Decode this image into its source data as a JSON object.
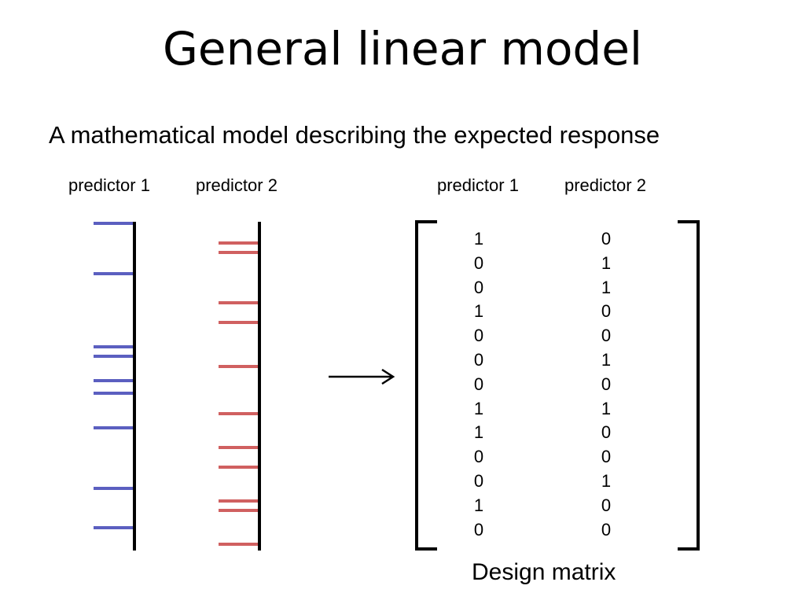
{
  "slide": {
    "title": "General linear model",
    "subtitle": "A mathematical model describing the expected response"
  },
  "timelines": [
    {
      "label": "predictor 1",
      "color": "#5b5fc0",
      "side": "left",
      "events": [
        284,
        348,
        441,
        453,
        484,
        500,
        544,
        621,
        671
      ]
    },
    {
      "label": "predictor 2",
      "color": "#d06060",
      "side": "left",
      "events": [
        309,
        321,
        385,
        410,
        466,
        526,
        569,
        594,
        637,
        649,
        692
      ]
    }
  ],
  "arrow": {
    "direction": "right"
  },
  "design_matrix": {
    "column_labels": [
      "predictor 1",
      "predictor 2"
    ],
    "rows": [
      [
        "1",
        "0"
      ],
      [
        "0",
        "1"
      ],
      [
        "0",
        "1"
      ],
      [
        "1",
        "0"
      ],
      [
        "0",
        "0"
      ],
      [
        "0",
        "1"
      ],
      [
        "0",
        "0"
      ],
      [
        "1",
        "1"
      ],
      [
        "1",
        "0"
      ],
      [
        "0",
        "0"
      ],
      [
        "0",
        "1"
      ],
      [
        "1",
        "0"
      ],
      [
        "0",
        "0"
      ]
    ],
    "caption": "Design matrix"
  }
}
